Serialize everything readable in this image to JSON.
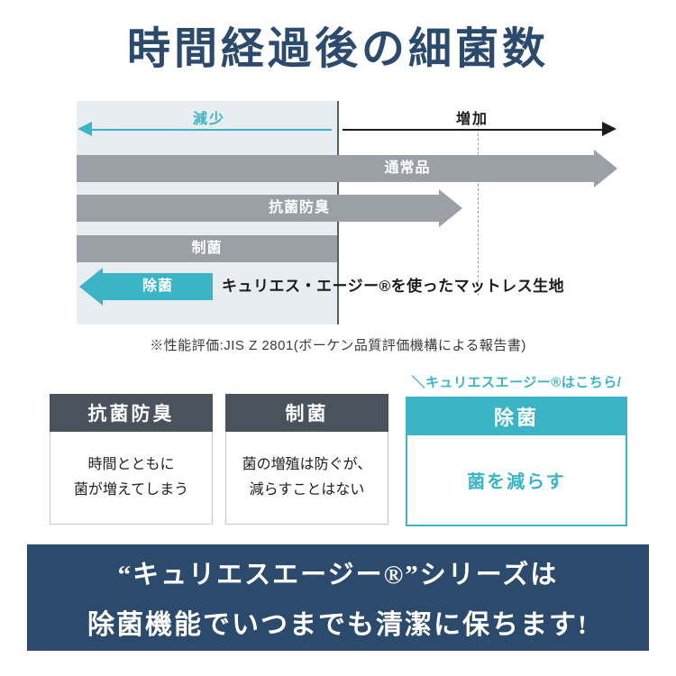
{
  "title": "時間経過後の細菌数",
  "diagram": {
    "axis": {
      "decrease": "減少",
      "increase": "増加"
    },
    "bars": {
      "normal": "通常品",
      "antibacterial": "抗菌防臭",
      "bacteriostatic": "制菌",
      "sterilizing": "除菌"
    },
    "sterilizing_note": "キュリエス・エージー®を使ったマットレス生地",
    "caption": "※性能評価:JIS Z 2801(ボーケン品質評価機構による報告書)"
  },
  "cards": {
    "callout": "＼キュリエスエージー®はこちら/",
    "items": [
      {
        "header": "抗菌防臭",
        "line1": "時間とともに",
        "line2": "菌が増えてしまう"
      },
      {
        "header": "制菌",
        "line1": "菌の増殖は防ぐが、",
        "line2": "減らすことはない"
      },
      {
        "header": "除菌",
        "line1": "菌を減らす"
      }
    ]
  },
  "banner": {
    "line1": "“キュリエスエージー®”シリーズは",
    "line2": "除菌機能でいつまでも清潔に保ちます!"
  },
  "colors": {
    "navy": "#2c4a6b",
    "teal": "#3bb4c6",
    "bar_gray": "#9aa0a6",
    "card_header_gray": "#4a525c"
  }
}
